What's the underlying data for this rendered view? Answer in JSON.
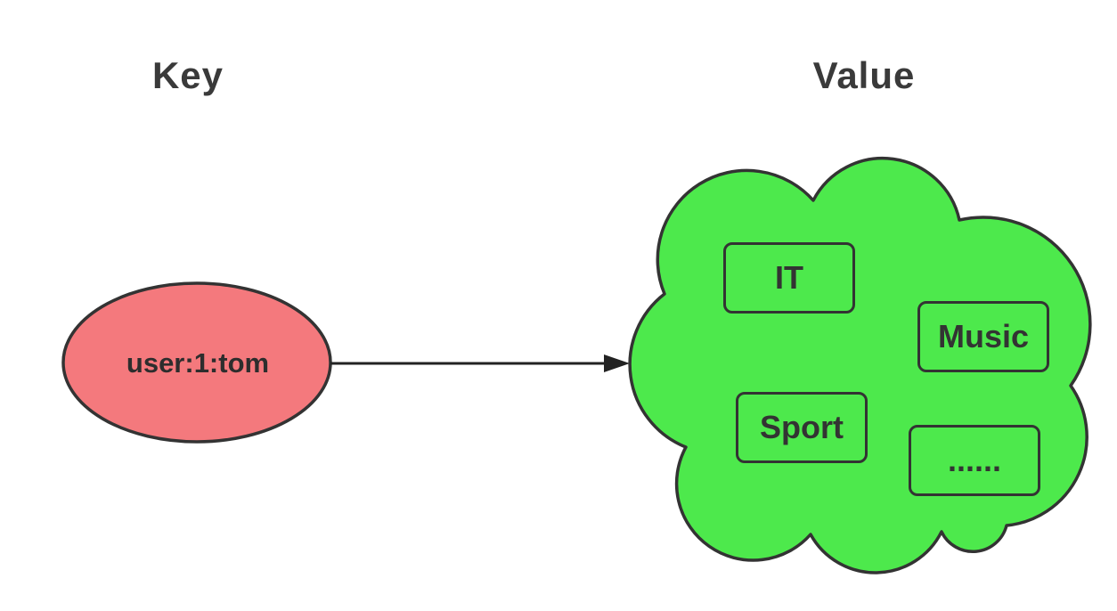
{
  "diagram": {
    "title_key": "Key",
    "title_value": "Value",
    "key_node": {
      "text": "user:1:tom",
      "shape": "ellipse"
    },
    "arrow": {
      "from": "key-node",
      "to": "value-cloud",
      "direction": "right"
    },
    "value_items": [
      {
        "label": "IT"
      },
      {
        "label": "Music"
      },
      {
        "label": "Sport"
      },
      {
        "label": "......"
      }
    ],
    "colors": {
      "key_fill": "#F4797D",
      "value_fill": "#4DE94C",
      "outline": "#333333",
      "arrow": "#222222",
      "node_text": "#2D2D2D",
      "heading_text": "#3A3A3A",
      "background": "#FFFFFF"
    }
  }
}
